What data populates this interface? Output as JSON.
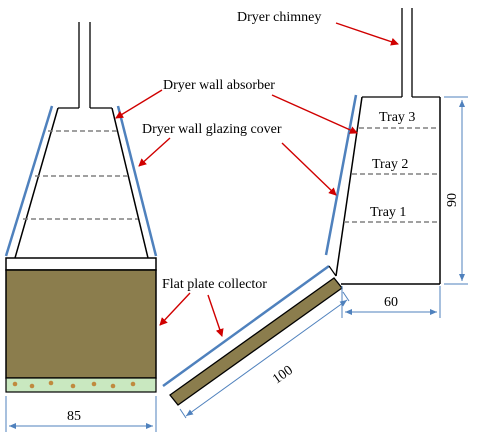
{
  "labels": {
    "chimney": "Dryer chimney",
    "wall_absorber": "Dryer wall absorber",
    "glazing_cover": "Dryer wall glazing cover",
    "collector": "Flat plate collector"
  },
  "trays": [
    "Tray 3",
    "Tray 2",
    "Tray 1"
  ],
  "dimensions": {
    "height": "90",
    "width_right": "60",
    "collector_length": "100",
    "width_left": "85"
  },
  "colors": {
    "glazing_blue": "#4f81bd",
    "absorber_fill": "#8b7d4d",
    "base_fill": "#c9e8c0",
    "arrow_red": "#d00000",
    "dim_blue": "#4f81bd",
    "tray_gray": "#808080"
  }
}
